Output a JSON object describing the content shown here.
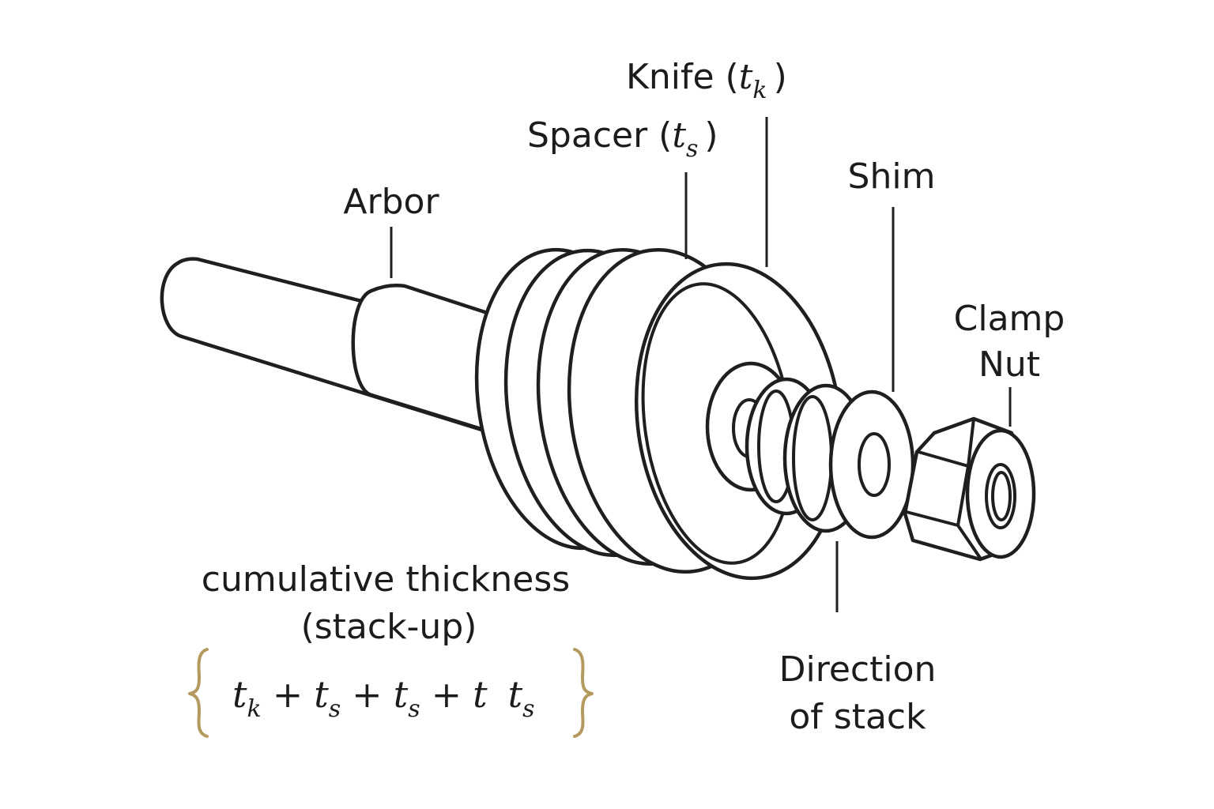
{
  "labels": {
    "arbor": "Arbor",
    "spacer_text": "Spacer (",
    "spacer_var": "t",
    "spacer_sub": "s",
    "spacer_close": ")",
    "knife_text": "Knife (",
    "knife_var": "t",
    "knife_sub": "k",
    "knife_close": ")",
    "shim": "Shim",
    "clamp_nut_line1": "Clamp",
    "clamp_nut_line2": "Nut",
    "direction_line1": "Direction",
    "direction_line2": "of stack",
    "cumulative_line1": "cumulative thickness",
    "cumulative_line2": "(stack-up)"
  },
  "formula": {
    "terms": [
      {
        "var": "t",
        "sub": "k"
      },
      {
        "op": "+"
      },
      {
        "var": "t",
        "sub": "s"
      },
      {
        "op": "+"
      },
      {
        "var": "t",
        "sub": "s"
      },
      {
        "op": "+"
      },
      {
        "var": "t",
        "sub": ""
      },
      {
        "var": "t",
        "sub": "s"
      }
    ]
  },
  "colors": {
    "ink": "#1f1f1f",
    "brace": "#b59a60"
  }
}
